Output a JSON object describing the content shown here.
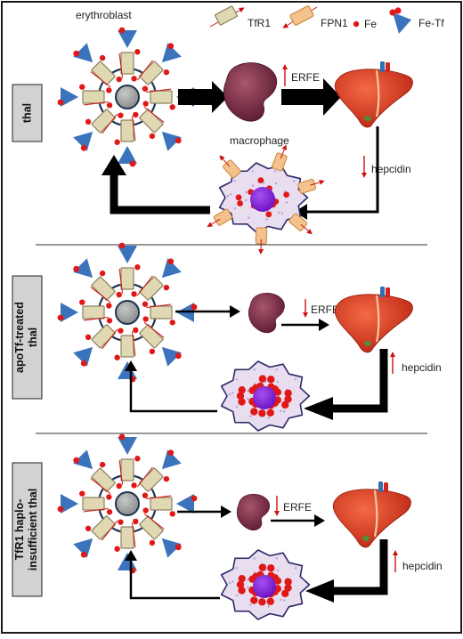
{
  "legend": {
    "labels": {
      "tfr1": "TfR1",
      "fpn1": "FPN1",
      "fe": "Fe",
      "fetf": "Fe-Tf"
    }
  },
  "panels": [
    {
      "id": "thal",
      "label_lines": [
        "thal"
      ],
      "cell_label": "erythroblast",
      "macrophage_label": "macrophage",
      "erfe": "ERFE",
      "hepcidin": "hepcidin"
    },
    {
      "id": "apotf",
      "label_lines": [
        "apoTf-treated",
        "thal"
      ],
      "erfe": "ERFE",
      "hepcidin": "hepcidin"
    },
    {
      "id": "tfr1",
      "label_lines": [
        "TfR1 haplo-",
        "insufficient thal"
      ],
      "erfe": "ERFE",
      "hepcidin": "hepcidin"
    }
  ],
  "colors": {
    "frame": "#1a1a1a",
    "arrow": "#000000",
    "updown_arrow": "#cc1111",
    "side_box": "#d2d2d2",
    "receptor_fill": "#e0d8b2",
    "receptor_stroke": "#8d8160",
    "fpn_fill": "#f4c28c",
    "fpn_stroke": "#cf8a45",
    "fe": "#e01818",
    "tf_triangle": "#3b74bd",
    "nucleus": "#a6a6a6",
    "spleen": "#7d2c45",
    "liver": "#e2351c",
    "macrophage": "#e8def0",
    "macro_nucleus": "#7a18cc"
  }
}
